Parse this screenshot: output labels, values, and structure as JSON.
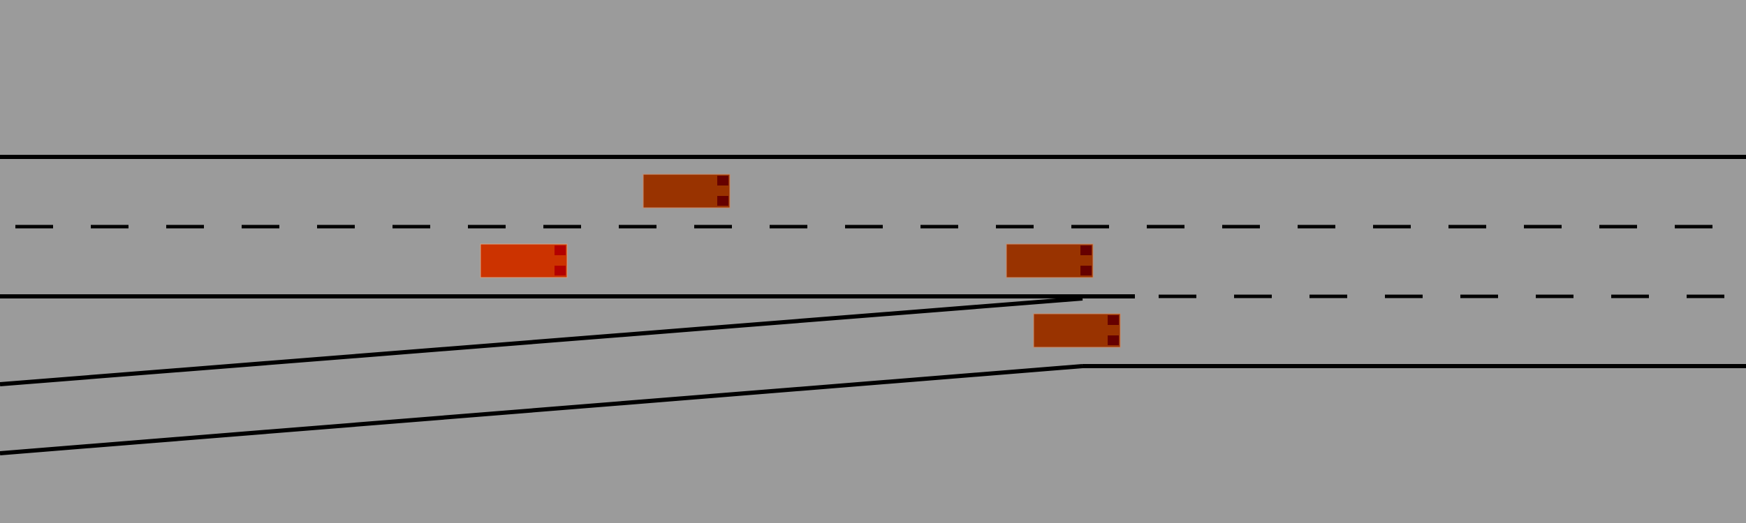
{
  "scene": {
    "background": "#9b9b9b",
    "line_color": "#000000",
    "vehicles": [
      {
        "name": "ego-vehicle",
        "color": "#cc3300",
        "light_color": "#b30000"
      },
      {
        "name": "vehicle-upper-lane",
        "color": "#993300",
        "light_color": "#660000"
      },
      {
        "name": "vehicle-middle-lane",
        "color": "#993300",
        "light_color": "#660000"
      },
      {
        "name": "vehicle-merge-lane",
        "color": "#993300",
        "light_color": "#660000"
      }
    ]
  }
}
